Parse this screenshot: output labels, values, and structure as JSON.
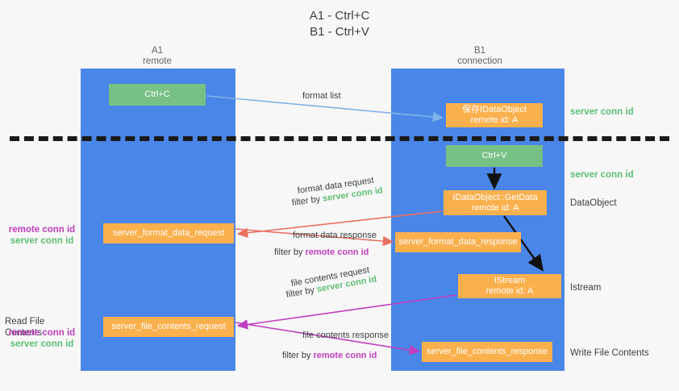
{
  "title": {
    "line1": "A1 - Ctrl+C",
    "line2": "B1 - Ctrl+V"
  },
  "columns": {
    "left": {
      "name": "A1",
      "sub": "remote"
    },
    "right": {
      "name": "B1",
      "sub": "connection"
    }
  },
  "nodes": {
    "ctrl_c": {
      "label": "Ctrl+C"
    },
    "save_dataobject": {
      "line1": "保存IDataObject",
      "line2": "remote id: A"
    },
    "ctrl_v": {
      "label": "Ctrl+V"
    },
    "getdata": {
      "line1": "IDataObject::GetData",
      "line2": "remote id: A"
    },
    "istream": {
      "line1": "IStream",
      "line2": "remote id: A"
    },
    "server_format_data_request": {
      "label": "server_format_data_request"
    },
    "server_format_data_response": {
      "label": "server_format_data_response"
    },
    "server_file_contents_request": {
      "label": "server_file_contents_request"
    },
    "server_file_contents_response": {
      "label": "server_file_contents_response"
    }
  },
  "edges": {
    "format_list": "format list",
    "format_data_request": {
      "line1": "format data request",
      "prefix": "filter by ",
      "tag": "server conn id"
    },
    "format_data_response": {
      "line1": "format data response",
      "prefix": "filter by ",
      "tag": "remote conn id"
    },
    "file_contents_request": {
      "line1": "file contents request",
      "prefix": "filter by ",
      "tag": "server conn id"
    },
    "file_contents_response": {
      "line1": "file contents response",
      "prefix": "filter by ",
      "tag": "remote conn id"
    }
  },
  "annotations": {
    "server_conn_id_top": "server conn id",
    "server_conn_id_mid": "server conn id",
    "dataobject": "DataObject",
    "istream": "Istream",
    "write_file_contents": "Write File Contents",
    "read_file_contents": "Read File Contents",
    "remote_conn_id": "remote conn id",
    "server_conn_id": "server conn id"
  },
  "colors": {
    "lane": "#4a86e8",
    "green_node": "#77c186",
    "orange_node": "#fbb04e",
    "green_text": "#5dbf73",
    "magenta_text": "#c13ec1",
    "light_blue_arrow": "#7fb3e8",
    "red_arrow": "#e8705f",
    "magenta_arrow": "#c13ec1",
    "black_arrow": "#111111",
    "background": "#f7f7f7"
  }
}
